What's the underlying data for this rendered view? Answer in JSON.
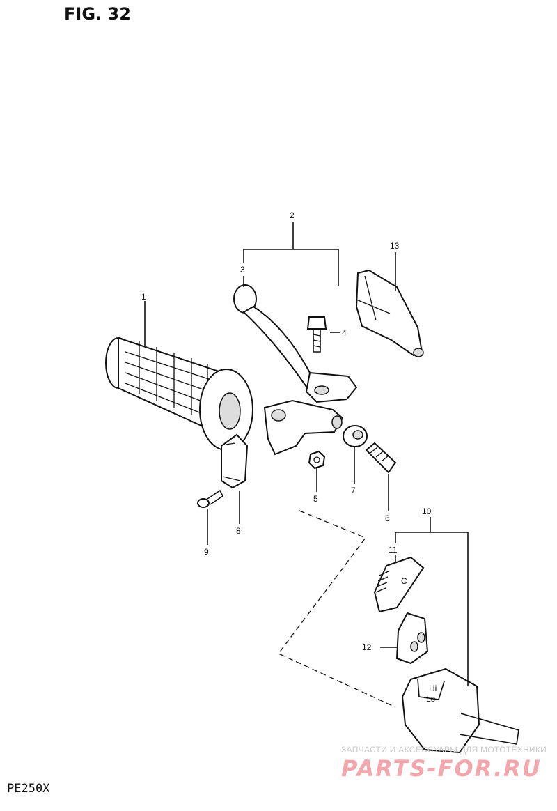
{
  "figure": {
    "title": "FIG. 32",
    "model": "PE250X"
  },
  "callouts": [
    {
      "id": "1",
      "label": "1"
    },
    {
      "id": "2",
      "label": "2"
    },
    {
      "id": "3",
      "label": "3"
    },
    {
      "id": "4",
      "label": "4"
    },
    {
      "id": "5",
      "label": "5"
    },
    {
      "id": "6",
      "label": "6"
    },
    {
      "id": "7",
      "label": "7"
    },
    {
      "id": "8",
      "label": "8"
    },
    {
      "id": "9",
      "label": "9"
    },
    {
      "id": "10",
      "label": "10"
    },
    {
      "id": "11",
      "label": "11"
    },
    {
      "id": "12",
      "label": "12"
    },
    {
      "id": "13",
      "label": "13"
    }
  ],
  "switch_marks": {
    "hi": "Hi",
    "lo": "Lo",
    "button": "C"
  },
  "watermark": {
    "line1": "ЗАПЧАСТИ И АКСЕССУАРЫ ДЛЯ МОТОТЕХНИКИ",
    "line2": "PARTS-FOR.RU"
  }
}
